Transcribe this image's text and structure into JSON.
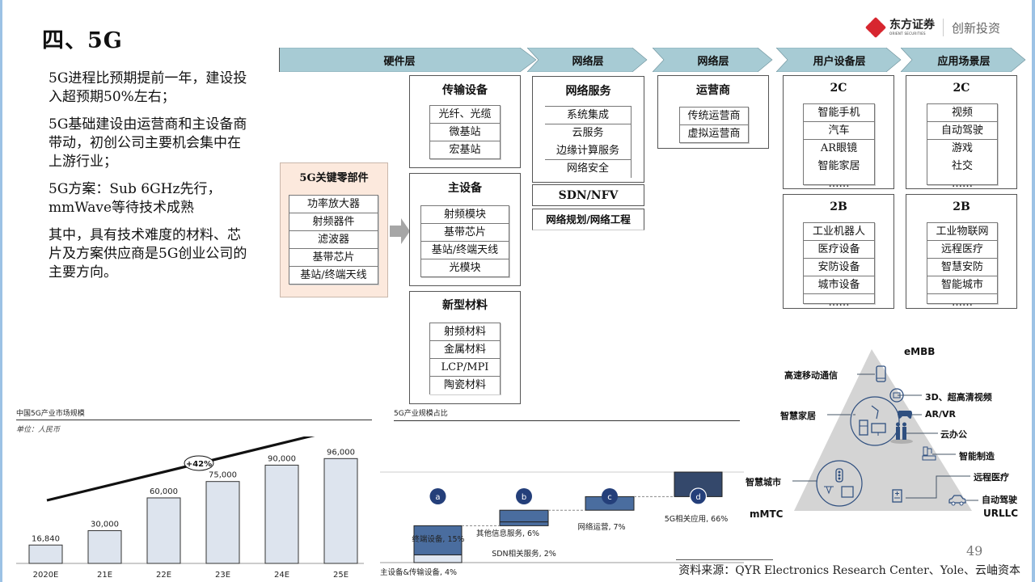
{
  "title": "四、5G",
  "bullets": [
    "5G进程比预期提前一年，建设投入超预期50%左右；",
    "5G基础建设由运营商和主设备商带动，初创公司主要机会集中在上游行业；",
    "5G方案：Sub 6GHz先行，mmWave等待技术成熟",
    "其中，具有技术难度的材料、芯片及方案供应商是5G创业公司的主要方向。"
  ],
  "logo": {
    "cn": "东方证券",
    "en": "ORIENT SECURITIES",
    "slogan": "创新投资",
    "brand_color": "#d7262f"
  },
  "layers": [
    "硬件层",
    "网络层",
    "网络层",
    "用户设备层",
    "应用场景层"
  ],
  "layer_color": "#a7cbd4",
  "key_parts": {
    "title": "5G关键零部件",
    "items": [
      "功率放大器",
      "射频器件",
      "滤波器",
      "基带芯片",
      "基站/终端天线"
    ],
    "bg_color": "#fce9dd"
  },
  "hardware": {
    "transport": {
      "title": "传输设备",
      "items": [
        "光纤、光缆",
        "微基站",
        "宏基站"
      ]
    },
    "main_equipment": {
      "title": "主设备",
      "items": [
        "射频模块",
        "基带芯片",
        "基站/终端天线",
        "光模块"
      ]
    },
    "new_materials": {
      "title": "新型材料",
      "items": [
        "射频材料",
        "金属材料",
        "LCP/MPI",
        "陶瓷材料"
      ]
    }
  },
  "network": {
    "services": {
      "title": "网络服务",
      "items": [
        "系统集成",
        "云服务",
        "边缘计算服务",
        "网络安全"
      ]
    },
    "sdn": "SDN/NFV",
    "planning": "网络规划/网络工程",
    "operators": {
      "title": "运营商",
      "items": [
        "传统运营商",
        "虚拟运营商"
      ]
    }
  },
  "user_devices": {
    "c": {
      "title": "2C",
      "items": [
        "智能手机",
        "汽车",
        "AR眼镜",
        "智能家居"
      ],
      "more": "……"
    },
    "b": {
      "title": "2B",
      "items": [
        "工业机器人",
        "医疗设备",
        "安防设备",
        "城市设备"
      ],
      "more": "……"
    }
  },
  "applications": {
    "c": {
      "title": "2C",
      "items": [
        "视频",
        "自动驾驶",
        "游戏",
        "社交"
      ],
      "more": "……"
    },
    "b": {
      "title": "2B",
      "items": [
        "工业物联网",
        "远程医疗",
        "智慧安防",
        "智能城市"
      ],
      "more": "……"
    }
  },
  "triangle": {
    "top": "eMBB",
    "left": "mMTC",
    "right": "URLLC",
    "labels": [
      "高速移动通信",
      "3D、超高清视频",
      "AR/VR",
      "云办公",
      "智能制造",
      "远程医疗",
      "自动驾驶",
      "智慧家居",
      "智慧城市"
    ],
    "icon_color": "#2f4f7f"
  },
  "chart_data": [
    {
      "type": "bar",
      "title": "中国5G产业市场规模",
      "subtitle": "单位：人民币",
      "categories": [
        "2020E",
        "21E",
        "22E",
        "23E",
        "24E",
        "25E"
      ],
      "values": [
        16840,
        30000,
        60000,
        75000,
        90000,
        96000
      ],
      "value_labels": [
        "16,840",
        "30,000",
        "60,000",
        "75,000",
        "90,000",
        "96,000"
      ],
      "annotation": "+42%",
      "ylim": [
        0,
        110000
      ],
      "bar_color": "#dde4ee",
      "xlabel": "",
      "ylabel": ""
    },
    {
      "type": "bar",
      "subtype": "waterfall",
      "title": "5G产业规模占比",
      "groups": [
        "a",
        "b",
        "c",
        "d"
      ],
      "segments": [
        {
          "group": "a",
          "name": "主设备&传输设备",
          "value": 4,
          "label": "主设备&传输设备, 4%"
        },
        {
          "group": "a",
          "name": "终端设备",
          "value": 15,
          "label": "终端设备, 15%"
        },
        {
          "group": "b",
          "name": "SDN相关服务",
          "value": 2,
          "label": "SDN相关服务, 2%"
        },
        {
          "group": "b",
          "name": "其他信息服务",
          "value": 6,
          "label": "其他信息服务, 6%"
        },
        {
          "group": "c",
          "name": "网络运营",
          "value": 7,
          "label": "网络运营, 7%"
        },
        {
          "group": "d",
          "name": "5G相关应用",
          "value": 66,
          "label": "5G相关应用, 66%"
        }
      ],
      "colors": {
        "light": "#dfe6f1",
        "mid": "#4a6d9f",
        "dark": "#34486b",
        "badge": "#243f7a"
      }
    }
  ],
  "source": "资料来源：QYR Electronics Research Center、Yole、云岫资本",
  "page_number": "49"
}
